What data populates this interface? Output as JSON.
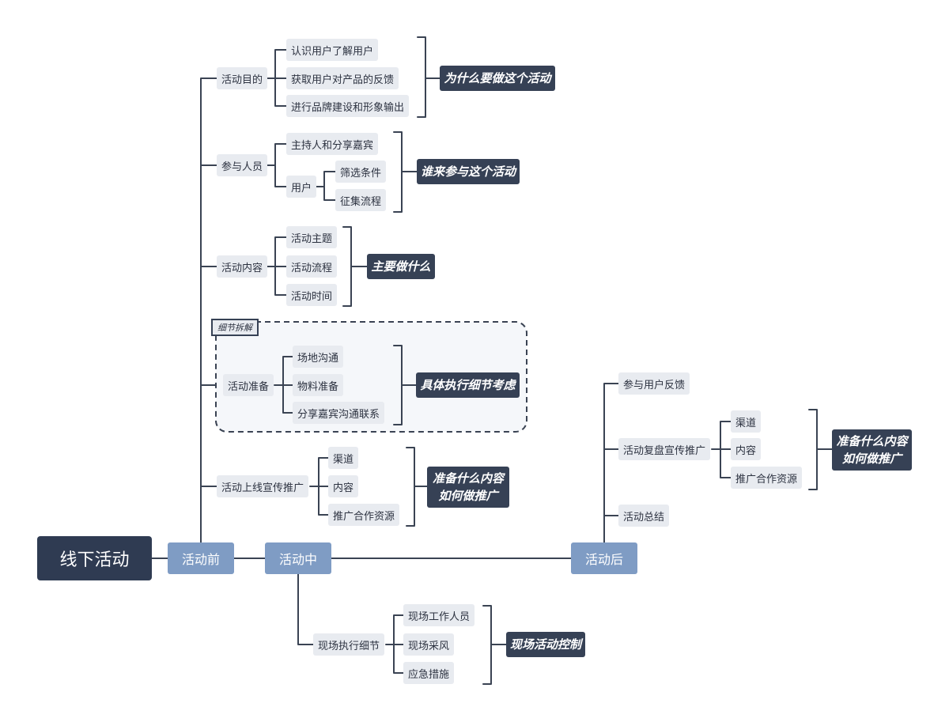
{
  "root": "线下活动",
  "phases": {
    "before": "活动前",
    "during": "活动中",
    "after": "活动后"
  },
  "before": {
    "purpose": {
      "label": "活动目的",
      "children": [
        "认识用户了解用户",
        "获取用户对产品的反馈",
        "进行品牌建设和形象输出"
      ],
      "summary": "为什么要做这个活动"
    },
    "participants": {
      "label": "参与人员",
      "host": "主持人和分享嘉宾",
      "user": {
        "label": "用户",
        "children": [
          "筛选条件",
          "征集流程"
        ]
      },
      "summary": "谁来参与这个活动"
    },
    "content": {
      "label": "活动内容",
      "children": [
        "活动主题",
        "活动流程",
        "活动时间"
      ],
      "summary": "主要做什么"
    },
    "prep": {
      "tag": "细节拆解",
      "label": "活动准备",
      "children": [
        "场地沟通",
        "物料准备",
        "分享嘉宾沟通联系"
      ],
      "summary": "具体执行细节考虑"
    },
    "promo": {
      "label": "活动上线宣传推广",
      "children": [
        "渠道",
        "内容",
        "推广合作资源"
      ],
      "summary": [
        "准备什么内容",
        "如何做推广"
      ]
    }
  },
  "during": {
    "onsite": {
      "label": "现场执行细节",
      "children": [
        "现场工作人员",
        "现场采风",
        "应急措施"
      ],
      "summary": "现场活动控制"
    }
  },
  "after": {
    "feedback": "参与用户反馈",
    "review": {
      "label": "活动复盘宣传推广",
      "children": [
        "渠道",
        "内容",
        "推广合作资源"
      ],
      "summary": [
        "准备什么内容",
        "如何做推广"
      ]
    },
    "conclusion": "活动总结"
  }
}
